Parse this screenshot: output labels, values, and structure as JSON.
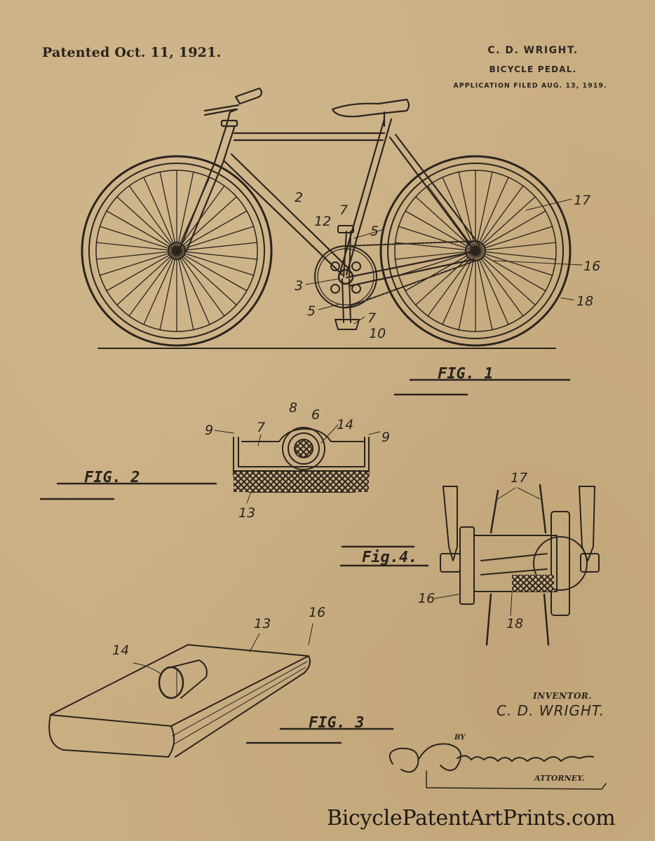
{
  "document": {
    "type": "patent drawing sheet",
    "background_color": "#c9ae82",
    "ink_color": "#2a241c",
    "header": {
      "patented_date": "Patented Oct. 11, 1921.",
      "inventor_header": "C. D. WRIGHT.",
      "title": "BICYCLE PEDAL.",
      "application": "APPLICATION FILED AUG. 13, 1919."
    },
    "figures": {
      "fig1": {
        "label": "Fig. 1",
        "label_text": "FIG. 1",
        "description": "side view of bicycle",
        "reference_numerals": [
          "2",
          "12",
          "7",
          "5",
          "3",
          "5",
          "7",
          "10",
          "17",
          "16",
          "18"
        ]
      },
      "fig2": {
        "label": "Fig. 2",
        "label_text": "FIG. 2",
        "description": "cross-section of pedal",
        "reference_numerals": [
          "9",
          "7",
          "8",
          "6",
          "14",
          "9",
          "13"
        ]
      },
      "fig3": {
        "label": "Fig. 3",
        "label_text": "FIG. 3",
        "description": "perspective view of pedal plate",
        "reference_numerals": [
          "14",
          "13",
          "16"
        ]
      },
      "fig4": {
        "label": "Fig. 4",
        "label_text": "Fig.4.",
        "description": "rear hub detail",
        "reference_numerals": [
          "17",
          "16",
          "18"
        ]
      }
    },
    "signatures": {
      "inventor_label": "INVENTOR.",
      "inventor_name": "C. D. WRIGHT.",
      "by_label": "BY",
      "attorney_label": "ATTORNEY."
    },
    "watermark": "BicyclePatentArtPrints.com"
  }
}
